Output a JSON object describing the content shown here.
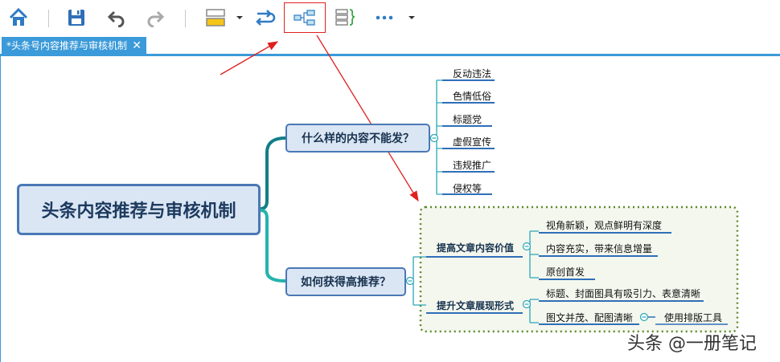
{
  "toolbar": {
    "buttons": [
      "home-icon",
      "save-icon",
      "undo-icon",
      "redo-icon",
      "insert-topic-icon",
      "relationship-icon",
      "layout-map-icon",
      "boundary-icon",
      "more-icon"
    ]
  },
  "tab": {
    "title": "*头条号内容推荐与审核机制",
    "close": "✕"
  },
  "mindmap": {
    "central": "头条内容推荐与审核机制",
    "branch1": {
      "label": "什么样的内容不能发？",
      "children": [
        "反动违法",
        "色情低俗",
        "标题党",
        "虚假宣传",
        "违规推广",
        "侵权等"
      ]
    },
    "branch2": {
      "label": "如何获得高推荐？",
      "sub1": {
        "label": "提高文章内容价值",
        "children": [
          "视角新颖，观点鲜明有深度",
          "内容充实，带来信息增量",
          "原创首发"
        ]
      },
      "sub2": {
        "label": "提升文章展现形式",
        "children": [
          "标题、封面图具有吸引力、表意清晰",
          "图文并茂、配图清晰",
          "使用排版工具"
        ]
      }
    }
  },
  "watermark": "头条 @一册笔记",
  "colors": {
    "accent": "#3b9ad9",
    "node_fill": "#dbe6f4",
    "node_border": "#4a78b5",
    "connector": "#1a9aa8",
    "boundary": "#5a8a2a",
    "annotation": "#e02020"
  }
}
